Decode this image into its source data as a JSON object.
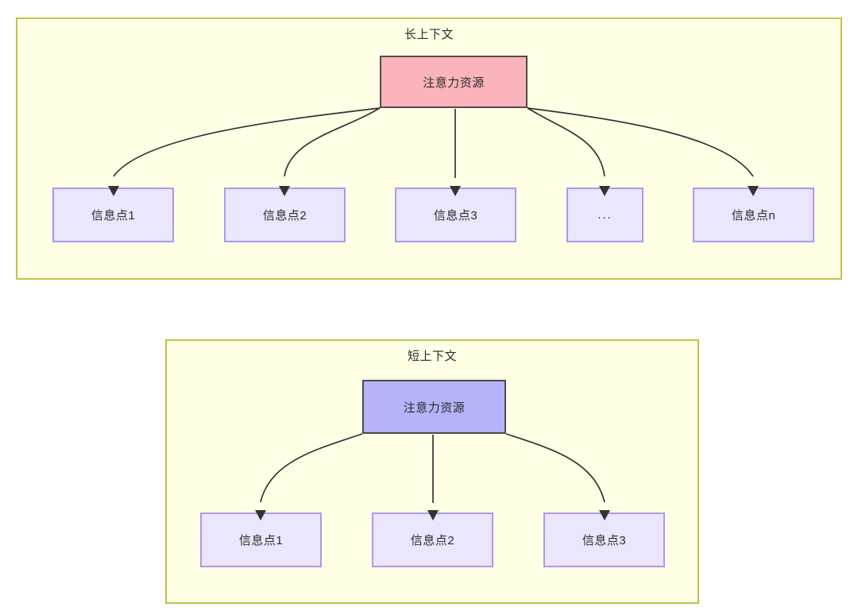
{
  "diagram": {
    "type": "concept-diagram",
    "panels": [
      {
        "id": "long-context",
        "title": "长上下文",
        "root": {
          "label": "注意力资源",
          "fill": "#fbb4bb",
          "border": "#4d4d4b"
        },
        "leaves": [
          {
            "label": "信息点1"
          },
          {
            "label": "信息点2"
          },
          {
            "label": "信息点3"
          },
          {
            "label": "..."
          },
          {
            "label": "信息点n"
          }
        ],
        "edge_count": 5
      },
      {
        "id": "short-context",
        "title": "短上下文",
        "root": {
          "label": "注意力资源",
          "fill": "#b6b3f8",
          "border": "#4d4d4b"
        },
        "leaves": [
          {
            "label": "信息点1"
          },
          {
            "label": "信息点2"
          },
          {
            "label": "信息点3"
          }
        ],
        "edge_count": 3
      }
    ]
  },
  "colors": {
    "panel_fill": "#ffffe6",
    "panel_border": "#c4c24a",
    "leaf_fill": "#e9e6fd",
    "leaf_border": "#b396e8",
    "root_pink_fill": "#fbb4bb",
    "root_blue_fill": "#b6b3f8",
    "node_border_dark": "#4d4d4b",
    "edge_stroke": "#333333",
    "text": "#2b2b2b",
    "page_background": "#ffffff"
  }
}
